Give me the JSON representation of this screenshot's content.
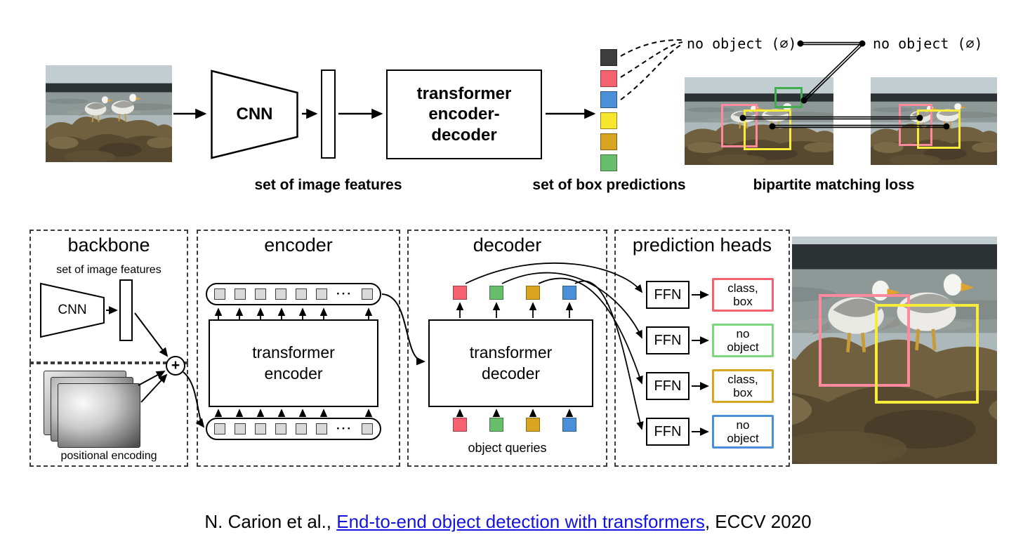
{
  "top_diagram": {
    "cnn_label": "CNN",
    "transformer_label": "transformer\nencoder-\ndecoder",
    "captions": {
      "image_features": "set of image features",
      "box_predictions": "set of box predictions",
      "matching_loss": "bipartite matching loss"
    },
    "no_object_left": "no object (∅)",
    "no_object_right": "no object (∅)",
    "prediction_squares": [
      "#3d3d3d",
      "#f4616f",
      "#4a90d9",
      "#f7e62e",
      "#d9a521",
      "#67bf6b"
    ]
  },
  "bottom_diagram": {
    "backbone": {
      "title": "backbone",
      "features_label": "set of image features",
      "cnn_label": "CNN",
      "plus_label": "+",
      "positional_label": "positional encoding"
    },
    "encoder": {
      "title": "encoder",
      "box_label": "transformer\nencoder",
      "ellipsis": "···"
    },
    "decoder": {
      "title": "decoder",
      "box_label": "transformer\ndecoder",
      "queries_label": "object queries",
      "query_colors": [
        "#f4616f",
        "#67bf6b",
        "#d9a521",
        "#4a90d9"
      ]
    },
    "prediction_heads": {
      "title": "prediction heads",
      "ffn_labels": [
        "FFN",
        "FFN",
        "FFN",
        "FFN"
      ],
      "outputs": [
        {
          "label": "class,\nbox",
          "color": "#f4616f"
        },
        {
          "label": "no\nobject",
          "color": "#7dd87d"
        },
        {
          "label": "class,\nbox",
          "color": "#d9a521"
        },
        {
          "label": "no\nobject",
          "color": "#4a90d9"
        }
      ]
    }
  },
  "bounding_box_colors": {
    "pink": "#ff8a9d",
    "yellow": "#f8ec3a",
    "green": "#3fae4e"
  },
  "citation": {
    "prefix": "N. Carion et al., ",
    "link_text": "End-to-end object detection with transformers",
    "suffix": ", ECCV 2020",
    "link_color": "#1414e0"
  }
}
